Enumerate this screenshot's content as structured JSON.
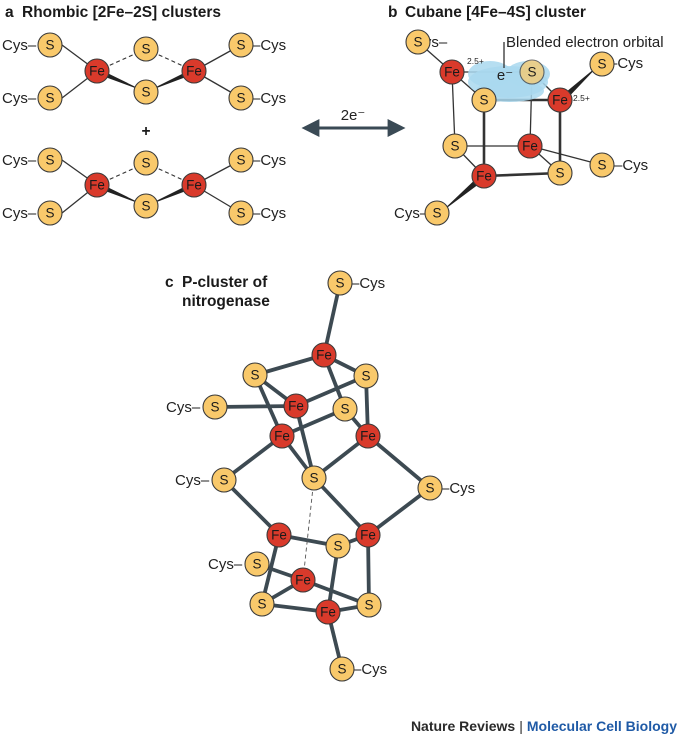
{
  "panel_a": {
    "letter": "a",
    "title": "Rhombic [2Fe–2S] clusters",
    "plus": "+"
  },
  "panel_b": {
    "letter": "b",
    "title": "Cubane [4Fe–4S] cluster",
    "annotation": "Blended electron orbital",
    "electron": "e⁻",
    "oxidation": "2.5+"
  },
  "panel_c": {
    "letter": "c",
    "title_line1": "P-cluster of",
    "title_line2": "nitrogenase"
  },
  "transfer": {
    "label": "2e⁻"
  },
  "atoms": {
    "sulfur": "S",
    "iron": "Fe",
    "cysteine_left": "Cys–",
    "cysteine_right": "–Cys"
  },
  "footer": {
    "journal": "Nature Reviews",
    "separator": "|",
    "subject": "Molecular Cell Biology"
  },
  "colors": {
    "sulfur": "#f9c96b",
    "iron": "#d93a2b",
    "bond": "#3d4a52",
    "orbital": "#a9d8ee",
    "arrow": "#3a4a55",
    "subject_text": "#1f5aa6"
  }
}
